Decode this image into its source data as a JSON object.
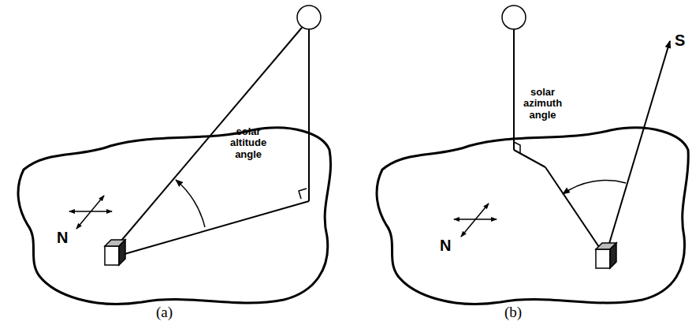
{
  "diagram": {
    "labels": [
      "N",
      "solar altitude angle",
      "(a)",
      "N",
      "solar azimuth angle",
      "S",
      "(b)"
    ]
  }
}
